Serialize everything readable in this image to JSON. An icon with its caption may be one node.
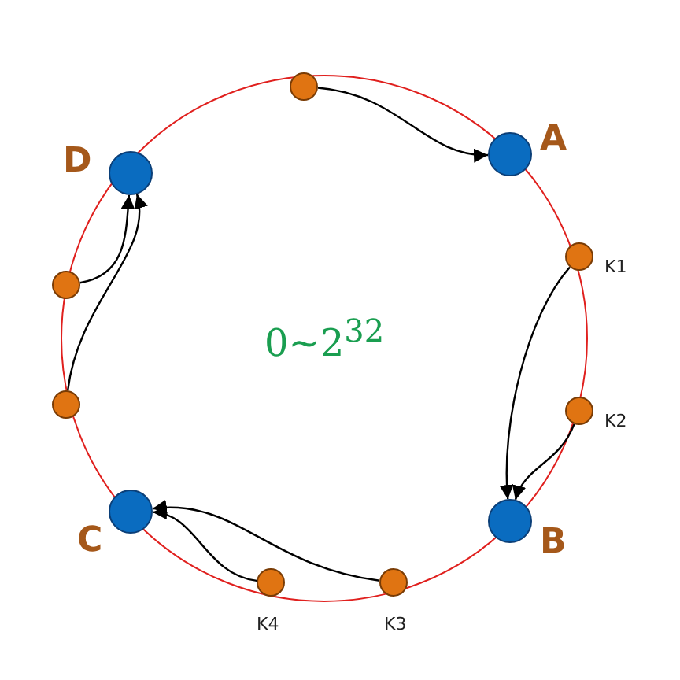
{
  "diagram": {
    "nodes": [
      {
        "text": [],
        "shape": "circle"
      },
      {
        "text": [],
        "shape": "circle",
        "beside": [
          "A"
        ]
      },
      {
        "text": [],
        "shape": "circle",
        "beside": [
          "D"
        ]
      },
      {
        "text": [],
        "shape": "circle",
        "beside": [
          "K1"
        ]
      },
      {
        "text": [],
        "shape": "circle"
      },
      {
        "text": [],
        "shape": "circle"
      },
      {
        "text": [],
        "shape": "circle",
        "beside": [
          "K2"
        ]
      },
      {
        "text": [],
        "shape": "circle",
        "beside": [
          "C"
        ]
      },
      {
        "text": [],
        "shape": "circle",
        "beside": [
          "B"
        ]
      },
      {
        "text": [],
        "shape": "circle",
        "beside": [
          "K4"
        ]
      },
      {
        "text": [],
        "shape": "circle",
        "beside": [
          "K3"
        ]
      }
    ],
    "edges": [
      {
        "from": 0,
        "to": 1,
        "arrow": "to"
      },
      {
        "from": 3,
        "to": 8,
        "arrow": "to"
      },
      {
        "from": 6,
        "to": 8,
        "arrow": "to"
      },
      {
        "from": 10,
        "to": 7,
        "arrow": "to"
      },
      {
        "from": 9,
        "to": 7,
        "arrow": "to"
      },
      {
        "from": 4,
        "to": 2,
        "arrow": "to"
      },
      {
        "from": 5,
        "to": 2,
        "arrow": "to"
      }
    ],
    "labels": [
      "0~2$^{32}$"
    ]
  }
}
